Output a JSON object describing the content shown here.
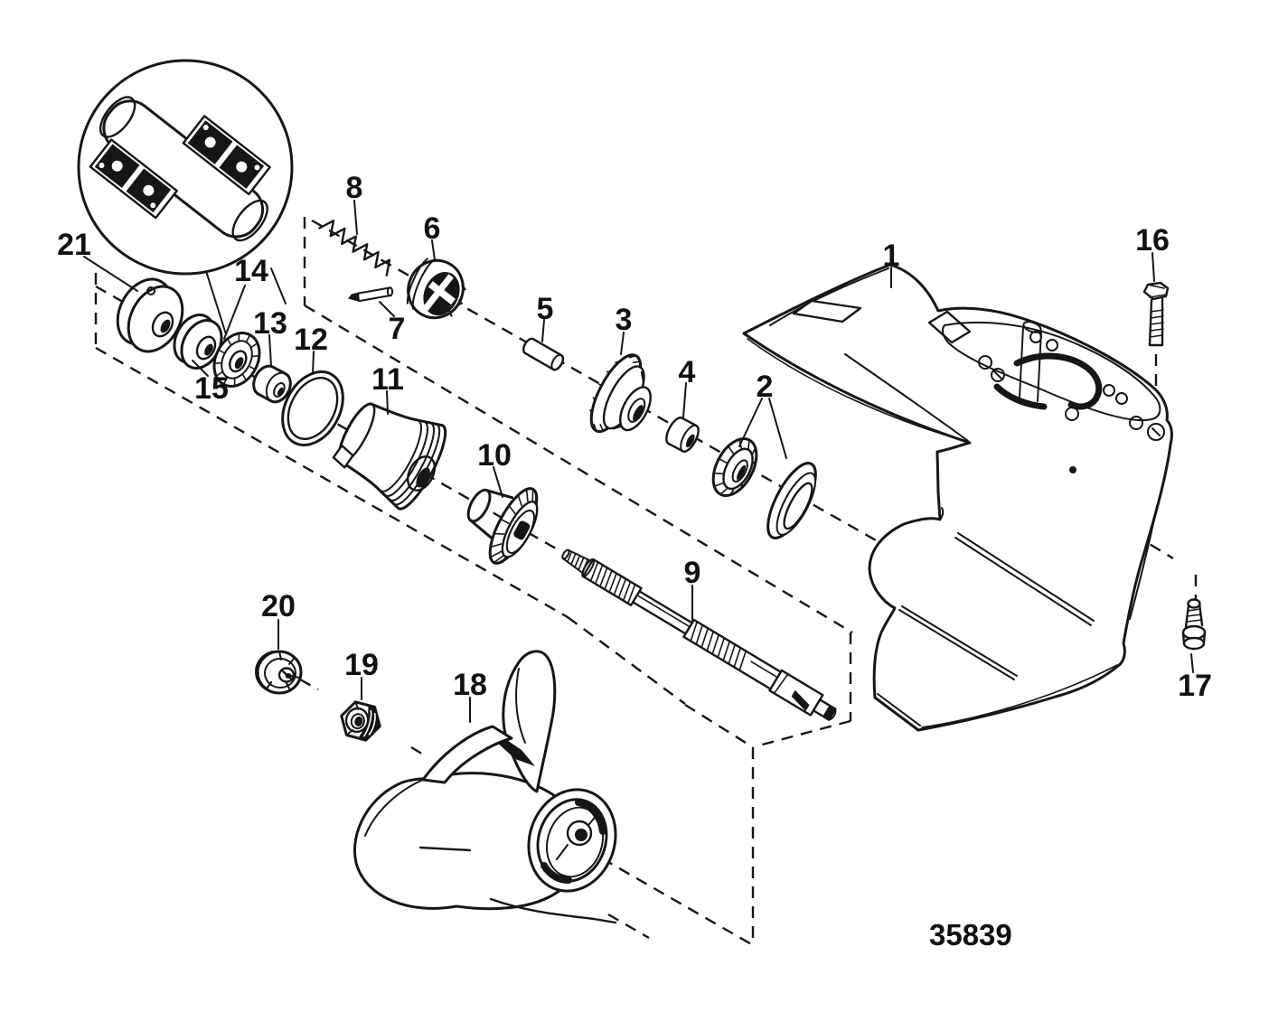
{
  "diagram": {
    "drawing_number": "35839",
    "callouts": [
      "1",
      "2",
      "3",
      "4",
      "5",
      "6",
      "7",
      "8",
      "9",
      "10",
      "11",
      "12",
      "13",
      "14",
      "15",
      "16",
      "17",
      "18",
      "19",
      "20",
      "21"
    ]
  }
}
